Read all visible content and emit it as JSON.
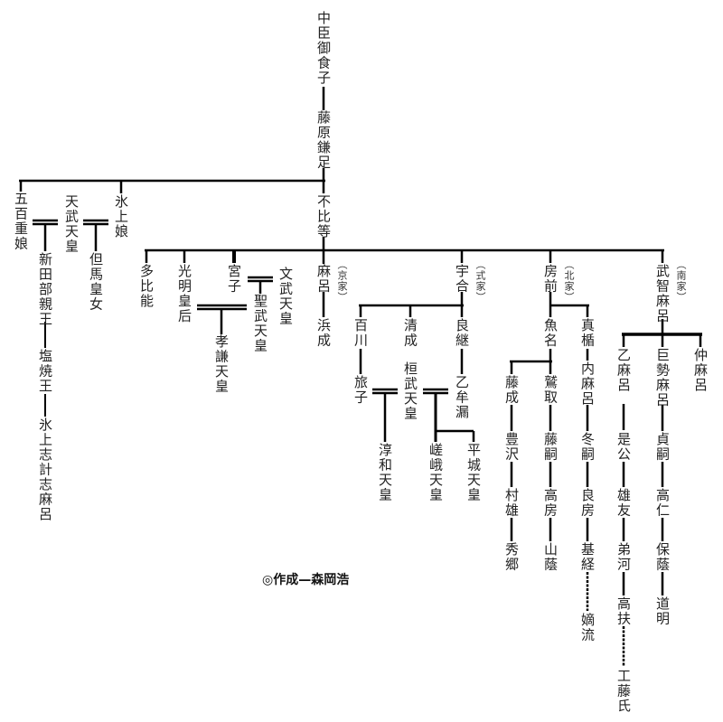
{
  "title": "藤原氏系図",
  "credit": "◎作成—森岡浩",
  "nodes": {
    "nakatomi": "中臣御食子",
    "kamatari": "藤原鎌足",
    "ioe": "五百重娘",
    "tenmu": "天武天皇",
    "hikami": "氷上娘",
    "fuhito": "不比等",
    "niitabe": "新田部親王",
    "tajima": "但馬皇女",
    "shioyaki": "塩焼王",
    "shikeshi": "氷上志計志麻呂",
    "tahino": "多比能",
    "komyo": "光明皇后",
    "miyako": "宮子",
    "monmu": "文武天皇",
    "shomu": "聖武天皇",
    "koken": "孝謙天皇",
    "maro": "麻呂",
    "kyoke": "（京家）",
    "hamanari": "浜成",
    "umakai": "宇合",
    "shikike": "（式家）",
    "momokawa": "百川",
    "kiyonari": "清成",
    "yoshitsugu": "良継",
    "tabiko": "旅子",
    "kanmu": "桓武天皇",
    "otomuro": "乙牟漏",
    "junna": "淳和天皇",
    "saga": "嵯峨天皇",
    "heizei": "平城天皇",
    "fusasaki": "房前",
    "hokke": "（北家）",
    "uona": "魚名",
    "matate": "真楯",
    "fujinari": "藤成",
    "washitori": "鷲取",
    "uchimaro": "内麻呂",
    "toyosawa": "豊沢",
    "fujitsugu": "藤嗣",
    "fuyutsugu": "冬嗣",
    "murao": "村雄",
    "takafusa": "高房",
    "yoshifusa": "良房",
    "hidesato": "秀郷",
    "yamakage": "山蔭",
    "mototsune": "基経",
    "chakuryu": "嫡流",
    "muchimaro": "武智麻呂",
    "nanke": "（南家）",
    "otomaro": "乙麻呂",
    "kosemaro": "巨勢麻呂",
    "nakamaro": "仲麻呂",
    "korekimi": "是公",
    "sadatsugu": "貞嗣",
    "otomo": "雄友",
    "takahito": "高仁",
    "otokawa": "弟河",
    "yasukage": "保蔭",
    "takasuke": "高扶",
    "michiaki": "道明",
    "kudo": "工藤氏"
  }
}
